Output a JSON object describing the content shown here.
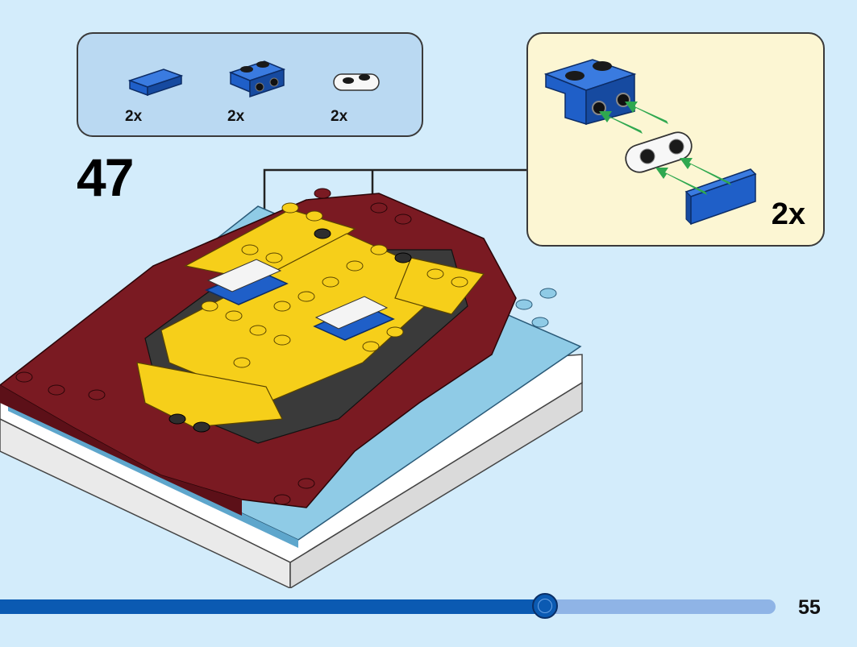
{
  "parts_list": {
    "items": [
      {
        "icon": "blue-tile-2x1-icon",
        "qty": "2x",
        "color": "#1f5fc8"
      },
      {
        "icon": "blue-bracket-1x2-icon",
        "qty": "2x",
        "color": "#1f5fc8"
      },
      {
        "icon": "white-plate-rounded-1x2-icon",
        "qty": "2x",
        "color": "#f4f4f4"
      }
    ]
  },
  "step": {
    "number": "47"
  },
  "callout": {
    "qty": "2x",
    "arrow_color": "#2fa84f"
  },
  "progress": {
    "fraction": 0.705
  },
  "page": {
    "number": "55"
  },
  "colors": {
    "background": "#d3ecfb",
    "brick_yellow": "#f6cf1a",
    "brick_dark_red": "#7a1a22",
    "brick_blue": "#1f5fc8",
    "base_white": "#ffffff",
    "trans_light_blue": "#8fcbe6"
  }
}
